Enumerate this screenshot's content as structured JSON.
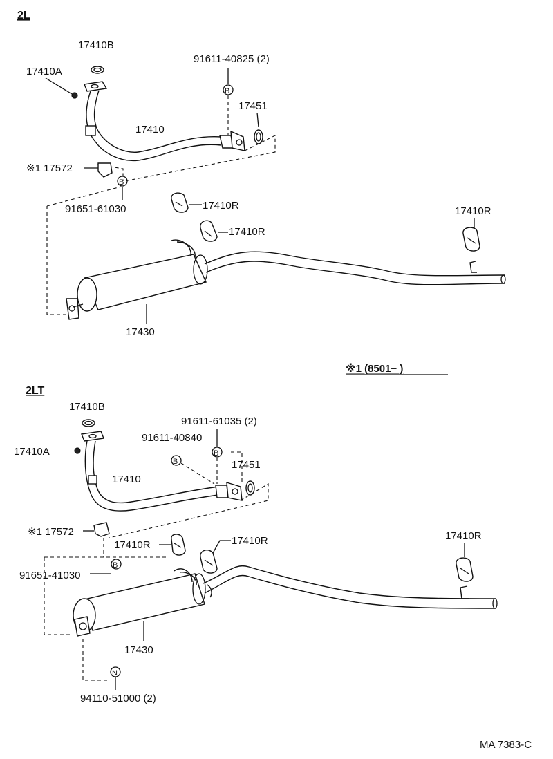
{
  "sections": {
    "top": {
      "title": "2L",
      "labels": {
        "gasket_b": "17410B",
        "nut_a": "17410A",
        "bolt_b": "91611-40825 (2)",
        "gasket_ring": "17451",
        "front_pipe": "17410",
        "bracket": "※1 17572",
        "bolt_bottom": "91651-61030",
        "hanger_1": "17410R",
        "hanger_2": "17410R",
        "hanger_3": "17410R",
        "muffler": "17430"
      },
      "markers": {
        "b1": "B",
        "b2": "B"
      }
    },
    "note": "※1 (8501−        )",
    "bottom": {
      "title": "2LT",
      "labels": {
        "gasket_b": "17410B",
        "nut_a": "17410A",
        "bolt_b1": "91611-61035 (2)",
        "bolt_b2": "91611-40840",
        "gasket_ring": "17451",
        "front_pipe": "17410",
        "bracket": "※1 17572",
        "hanger_1": "17410R",
        "hanger_2": "17410R",
        "hanger_3": "17410R",
        "bolt_bottom": "91651-41030",
        "muffler": "17430",
        "nut_n": "94110-51000 (2)"
      },
      "markers": {
        "b1": "B",
        "b2": "B",
        "b3": "B",
        "n": "N"
      }
    },
    "footer": "MA 7383-C"
  }
}
